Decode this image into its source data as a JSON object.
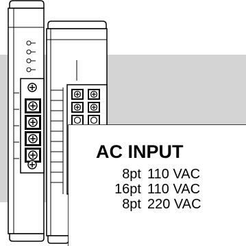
{
  "label": {
    "title": "AC INPUT",
    "specs": [
      {
        "points": "8pt",
        "voltage": "110 VAC"
      },
      {
        "points": "16pt",
        "voltage": "110 VAC"
      },
      {
        "points": "8pt",
        "voltage": "220 VAC"
      }
    ]
  },
  "colors": {
    "background_band": "#d4d4d4",
    "module_face": "#ffffff",
    "outline": "#000000",
    "terminal_fill": "#ffffff"
  },
  "icons": {
    "terminal_screw": "screw-icon",
    "status_led": "led-icon"
  }
}
